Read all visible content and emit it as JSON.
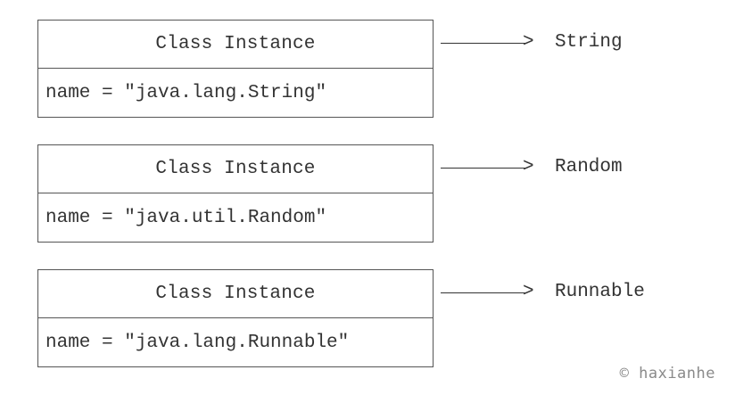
{
  "diagram": {
    "rows": [
      {
        "header": "Class Instance",
        "body": "name = \"java.lang.String\"",
        "arrow": "——>",
        "target": "String"
      },
      {
        "header": "Class Instance",
        "body": "name = \"java.util.Random\"",
        "arrow": "——>",
        "target": "Random"
      },
      {
        "header": "Class Instance",
        "body": "name = \"java.lang.Runnable\"",
        "arrow": "——>",
        "target": "Runnable"
      }
    ],
    "copyright": "© haxianhe"
  }
}
